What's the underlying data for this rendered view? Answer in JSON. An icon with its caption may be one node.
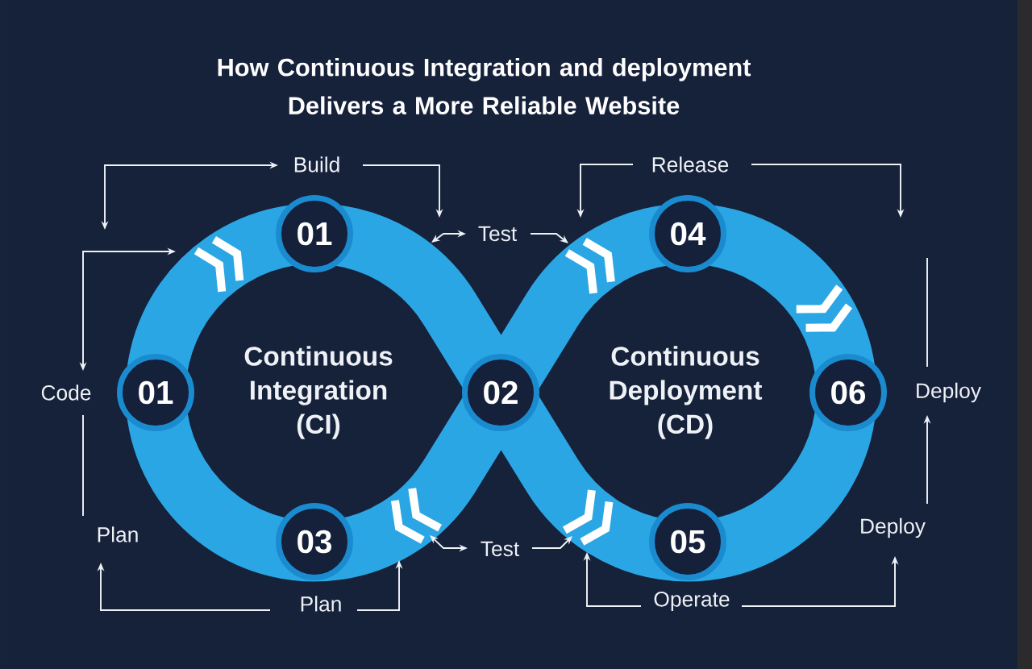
{
  "diagram": {
    "title": "How Continuous Integration and deployment Delivers a More Reliable Website",
    "nodes": [
      {
        "text": [
          "01"
        ]
      },
      {
        "text": [
          "04"
        ]
      },
      {
        "text": [
          "01"
        ]
      },
      {
        "text": [
          "Continuous Integration (CI)"
        ]
      },
      {
        "text": [
          "02"
        ]
      },
      {
        "text": [
          "Continuous Deployment (CD)"
        ]
      },
      {
        "text": [
          "06"
        ]
      },
      {
        "text": [
          "03"
        ]
      },
      {
        "text": [
          "05"
        ]
      }
    ],
    "labels": [
      "Build",
      "Release",
      "Test",
      "Code",
      "Deploy",
      "Plan",
      "Deploy",
      "Test",
      "Plan",
      "Operate"
    ]
  }
}
